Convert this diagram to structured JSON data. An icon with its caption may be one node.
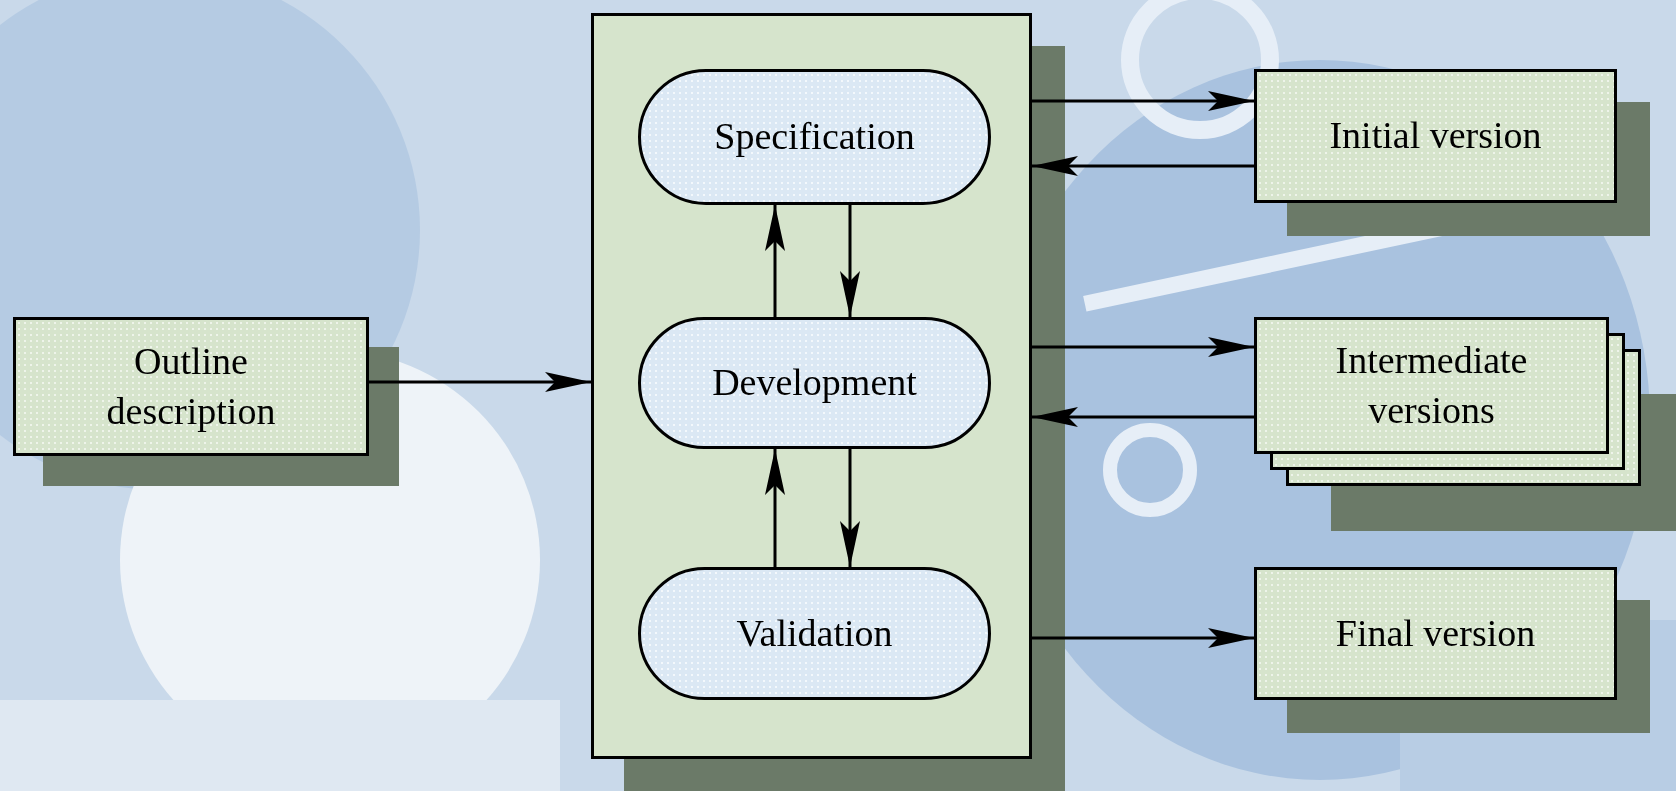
{
  "diagram": {
    "nodes": [
      {
        "text": [
          "Outline description"
        ]
      },
      {
        "text": [],
        "shape": "box"
      },
      {
        "text": [
          "Specification"
        ],
        "in": 1
      },
      {
        "text": [
          "Development"
        ],
        "in": 1
      },
      {
        "text": [
          "Validation"
        ],
        "in": 1
      },
      {
        "text": [
          "Initial version"
        ]
      },
      {
        "text": [
          "Intermediate versions"
        ]
      },
      {
        "text": [
          "Final version"
        ]
      }
    ],
    "edges": [
      {
        "from": 0,
        "to": 1,
        "arrow": "to"
      },
      {
        "from": 1,
        "to": 5,
        "arrow": "to"
      },
      {
        "from": 5,
        "to": 1,
        "arrow": "to"
      },
      {
        "from": 1,
        "to": 6,
        "arrow": "to"
      },
      {
        "from": 6,
        "to": 1,
        "arrow": "to"
      },
      {
        "from": 1,
        "to": 7,
        "arrow": "to"
      },
      {
        "from": 3,
        "to": 2,
        "arrow": "to"
      },
      {
        "from": 2,
        "to": 3,
        "arrow": "to"
      },
      {
        "from": 4,
        "to": 3,
        "arrow": "to"
      },
      {
        "from": 3,
        "to": 4,
        "arrow": "to"
      }
    ]
  }
}
